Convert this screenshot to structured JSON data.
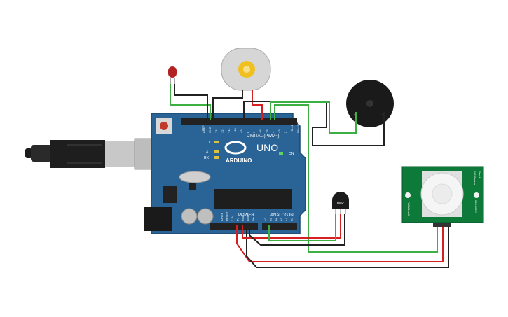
{
  "board": {
    "brand": "ARDUINO",
    "model": "UNO",
    "digital_label": "DIGITAL (PWM~)",
    "power_label": "POWER",
    "analog_label": "ANALOG IN",
    "on_label": "ON",
    "l_label": "L",
    "tx_label": "TX",
    "rx_label": "RX",
    "digital_pins": [
      "AREF",
      "GND",
      "13",
      "12",
      "~11",
      "~10",
      "~9",
      "8",
      "7",
      "~6",
      "~5",
      "4",
      "~3",
      "2",
      "TX→1",
      "RX←0"
    ],
    "power_pins": [
      "IOREF",
      "RESET",
      "3.3V",
      "5V",
      "GND",
      "GND",
      "Vin"
    ],
    "analog_pins": [
      "A0",
      "A1",
      "A2",
      "A3",
      "A4",
      "A5"
    ]
  },
  "tmp_sensor": {
    "label": "TMP"
  },
  "buzzer": {
    "plus": "+",
    "minus": "−"
  },
  "pir": {
    "text_top": "PIR Sensor",
    "text_mid": "Rev 4",
    "text_side": "555-28027",
    "text_left": "PARALLAX"
  },
  "colors": {
    "board": "#2a6496",
    "wire_green": "#3cb043",
    "wire_red": "#d42020",
    "wire_black": "#222222",
    "pir_board": "#0e7a3a"
  }
}
